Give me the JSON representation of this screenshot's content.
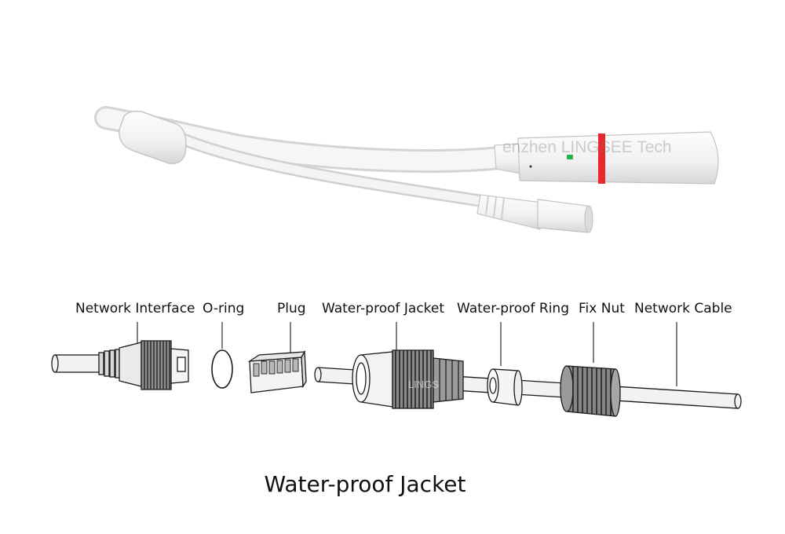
{
  "photo": {
    "watermark": "enzhen LINGSEE Tech"
  },
  "diagram": {
    "labels": [
      {
        "id": "network-interface",
        "text": "Network Interface"
      },
      {
        "id": "o-ring",
        "text": "O-ring"
      },
      {
        "id": "plug",
        "text": "Plug"
      },
      {
        "id": "water-proof-jacket",
        "text": "Water-proof Jacket"
      },
      {
        "id": "water-proof-ring",
        "text": "Water-proof Ring"
      },
      {
        "id": "fix-nut",
        "text": "Fix Nut"
      },
      {
        "id": "network-cable",
        "text": "Network Cable"
      }
    ],
    "jacket_watermark": "LINGS",
    "caption": "Water-proof Jacket"
  },
  "colors": {
    "cable": "#f1f1f1",
    "outline": "#1a1a1a",
    "led_green": "#27b24a",
    "ring_red": "#e8282c"
  }
}
